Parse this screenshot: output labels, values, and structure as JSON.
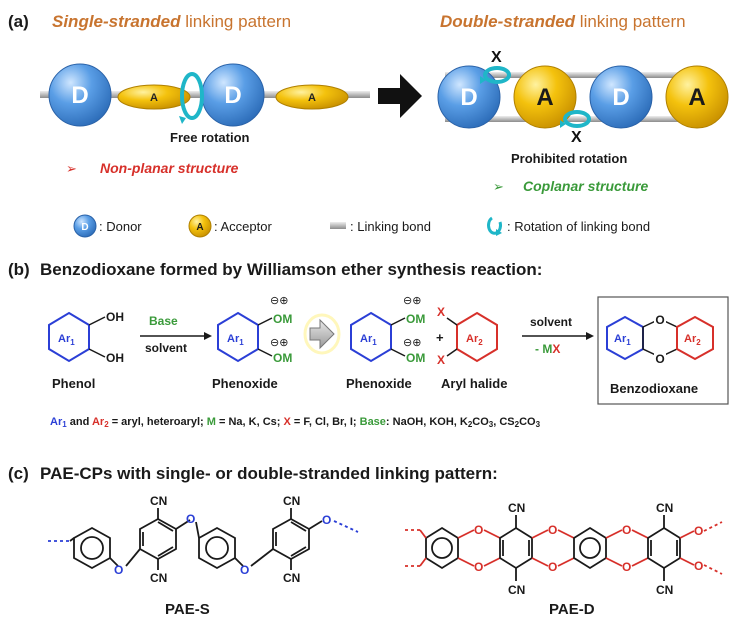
{
  "panel_a": {
    "label": "(a)",
    "single_em": "Single-stranded",
    "single_rest": " linking pattern",
    "double_em": "Double-stranded",
    "double_rest": " linking pattern",
    "donor_letter": "D",
    "acceptor_letter": "A",
    "free_rotation": "Free rotation",
    "non_planar": "Non-planar structure",
    "prohibited_rotation": "Prohibited rotation",
    "coplanar": "Coplanar structure",
    "x_mark": "X",
    "arrow_bullet": "➢",
    "legend": {
      "donor": ": Donor",
      "acceptor": ": Acceptor",
      "linking_bond": ": Linking bond",
      "rotation": ": Rotation of linking bond"
    }
  },
  "panel_b": {
    "label": "(b)",
    "title": "Benzodioxane formed by Williamson ether synthesis reaction:",
    "oh": "OH",
    "om": "OM",
    "o": "O",
    "x": "X",
    "ar1": "Ar",
    "ar2": "Ar",
    "sub1": "1",
    "sub2": "2",
    "charge": "⊖⊕",
    "base": "Base",
    "solvent": "solvent",
    "minus": "- M",
    "phenol": "Phenol",
    "phenoxide": "Phenoxide",
    "aryl_halide": "Aryl halide",
    "benzodioxane": "Benzodioxane",
    "plus": "+",
    "footnote": {
      "ar1": "Ar",
      "and": " and ",
      "ar2": "Ar",
      "aryl": " = aryl, heteroaryl; ",
      "m": "M",
      "m_def": " = Na, K, Cs; ",
      "x": "X",
      "x_def": " = F, Cl, Br, I; ",
      "base": "Base",
      "base_def": ": NaOH, KOH, K",
      "co3": "CO",
      "comma_cs": ", CS",
      "sub2": "2",
      "sub3": "3"
    }
  },
  "panel_c": {
    "label": "(c)",
    "title": "PAE-CPs with single- or double-stranded linking pattern:",
    "cn": "CN",
    "o": "O",
    "pae_s": "PAE-S",
    "pae_d": "PAE-D"
  },
  "colors": {
    "orange": "#c8742f",
    "donor_blue": "#4a90d9",
    "acceptor_yellow": "#f2b705",
    "cyan": "#1fb6c8",
    "red": "#d7302a",
    "green": "#3a9a3a",
    "blue": "#2b3fd6",
    "gray": "#c8c8c8"
  }
}
